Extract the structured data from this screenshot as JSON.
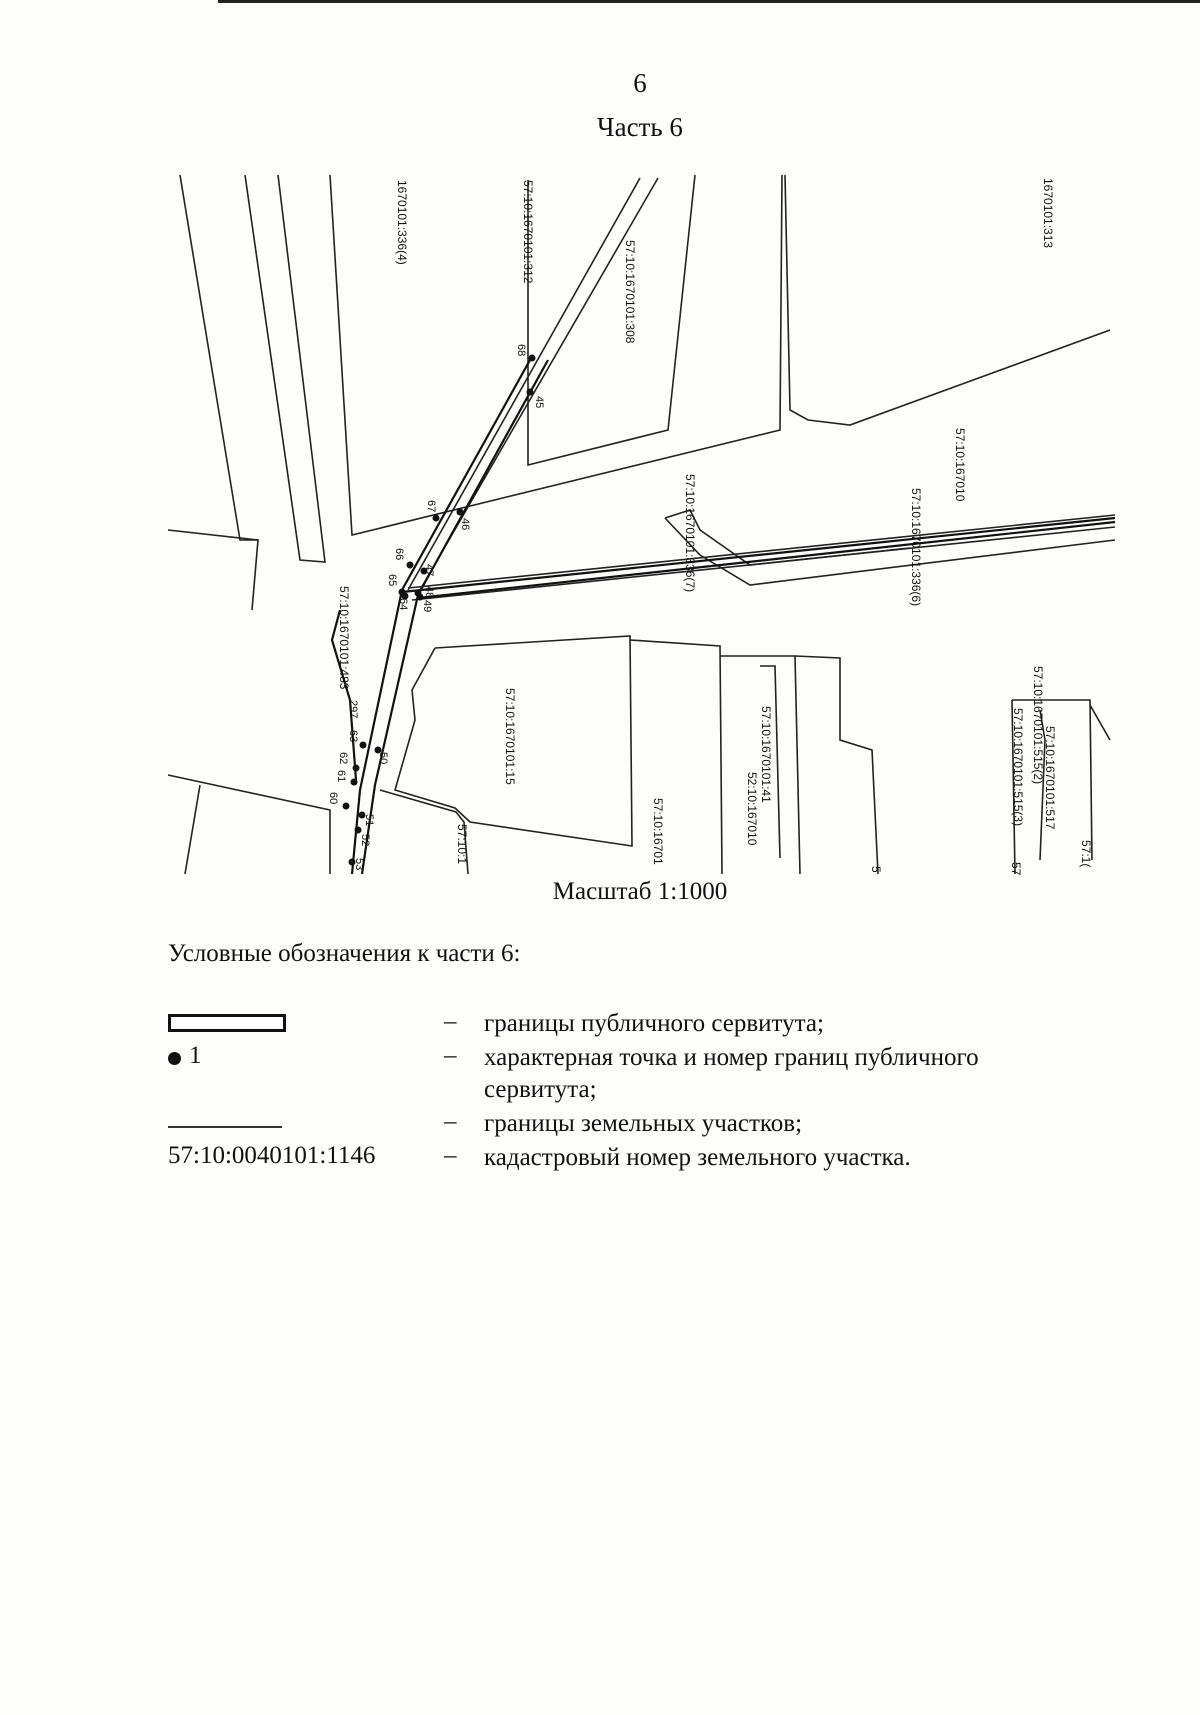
{
  "header": {
    "page_number": "6",
    "part_title": "Часть 6"
  },
  "map": {
    "parcels": [
      {
        "id": "p312",
        "label": "57:10:1670101:312"
      },
      {
        "id": "p308",
        "label": "57:10:1670101:308"
      },
      {
        "id": "p336_4",
        "label": "1670101:336(4)"
      },
      {
        "id": "p313",
        "label": "1670101:313"
      },
      {
        "id": "p1670101",
        "label": "57:10:167010"
      },
      {
        "id": "p336_7",
        "label": "57:10:1670101:336(7)"
      },
      {
        "id": "p336_6",
        "label": "57:10:1670101:336(6)"
      },
      {
        "id": "p483",
        "label": "57:10:1670101:483"
      },
      {
        "id": "p15",
        "label": "57:10:1670101:15"
      },
      {
        "id": "p41",
        "label": "57:10:1670101:41"
      },
      {
        "id": "p1670_a",
        "label": "57:10:16701"
      },
      {
        "id": "p1670_b",
        "label": "52:10:167010"
      },
      {
        "id": "p57101",
        "label": "57:10:1"
      },
      {
        "id": "p515_2",
        "label": "57:10:1670101:515(2)"
      },
      {
        "id": "p515_3",
        "label": "57:10:1670101:515(3)"
      },
      {
        "id": "p517",
        "label": "57:10:1670101:517"
      },
      {
        "id": "p57_10_edge",
        "label": "57:1("
      },
      {
        "id": "p57_edge",
        "label": "57"
      },
      {
        "id": "p5_edge",
        "label": "5"
      }
    ],
    "points": [
      "45",
      "46",
      "47",
      "48",
      "49",
      "50",
      "51",
      "52",
      "53",
      "60",
      "61",
      "62",
      "63",
      "64",
      "65",
      "66",
      "67",
      "68",
      "297"
    ]
  },
  "scale_label": "Масштаб 1:1000",
  "legend": {
    "title": "Условные обозначения к части 6:",
    "dash": "–",
    "items": [
      {
        "symbol": "servitude-boundary",
        "text": "границы публичного сервитута;"
      },
      {
        "symbol": "point",
        "symbol_text": "1",
        "text": "характерная точка и номер границ публичного сервитута;"
      },
      {
        "symbol": "parcel-boundary",
        "text": "границы земельных участков;"
      },
      {
        "symbol": "cadastral-number",
        "symbol_text": "57:10:0040101:1146",
        "text": "кадастровый номер земельного участка."
      }
    ]
  }
}
